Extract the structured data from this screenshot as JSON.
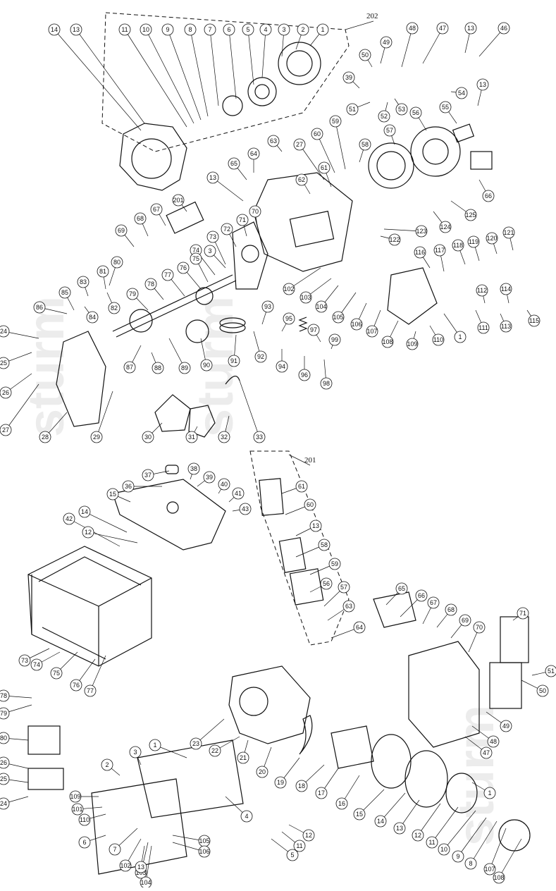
{
  "watermark": "sturm",
  "colors": {
    "ink": "#111111",
    "watermark": "#ececec",
    "background": "#ffffff"
  },
  "top": {
    "assembly_label": "202",
    "callouts": [
      "1",
      "2",
      "3",
      "4",
      "5",
      "6",
      "7",
      "8",
      "9",
      "10",
      "11",
      "13",
      "14",
      "13",
      "46",
      "47",
      "48",
      "49",
      "50",
      "39",
      "51",
      "52",
      "53",
      "54",
      "13",
      "55",
      "56",
      "57",
      "58",
      "59",
      "60",
      "61",
      "27",
      "62",
      "63",
      "64",
      "65",
      "13",
      "66",
      "201",
      "67",
      "68",
      "69",
      "70",
      "71",
      "72",
      "73",
      "74",
      "75",
      "76",
      "77",
      "78",
      "79",
      "80",
      "81",
      "82",
      "83",
      "84",
      "85",
      "86",
      "3",
      "122",
      "123",
      "124",
      "125",
      "116",
      "117",
      "118",
      "119",
      "120",
      "121",
      "112",
      "114",
      "111",
      "113",
      "115",
      "102",
      "103",
      "104",
      "105",
      "106",
      "107",
      "108",
      "109",
      "110",
      "1",
      "93",
      "95",
      "97",
      "99",
      "94",
      "96",
      "98",
      "92",
      "91",
      "90",
      "89",
      "88",
      "87",
      "24",
      "25",
      "26",
      "27",
      "28",
      "29",
      "30",
      "31",
      "32",
      "33"
    ]
  },
  "bottom": {
    "assembly_label": "201",
    "callouts": [
      "37",
      "36",
      "38",
      "39",
      "15",
      "40",
      "41",
      "43",
      "14",
      "42",
      "12",
      "61",
      "60",
      "13",
      "58",
      "59",
      "56",
      "57",
      "63",
      "64",
      "65",
      "66",
      "67",
      "68",
      "69",
      "70",
      "71",
      "51",
      "50",
      "49",
      "48",
      "47",
      "73",
      "74",
      "75",
      "76",
      "77",
      "78",
      "79",
      "80",
      "26",
      "25",
      "24",
      "23",
      "22",
      "21",
      "20",
      "19",
      "18",
      "17",
      "16",
      "15",
      "14",
      "13",
      "12",
      "11",
      "10",
      "9",
      "8",
      "107",
      "108",
      "4",
      "1",
      "3",
      "2",
      "109",
      "101",
      "110",
      "6",
      "7",
      "102",
      "103",
      "104",
      "105",
      "106",
      "5",
      "11",
      "12",
      "13",
      "1"
    ]
  }
}
